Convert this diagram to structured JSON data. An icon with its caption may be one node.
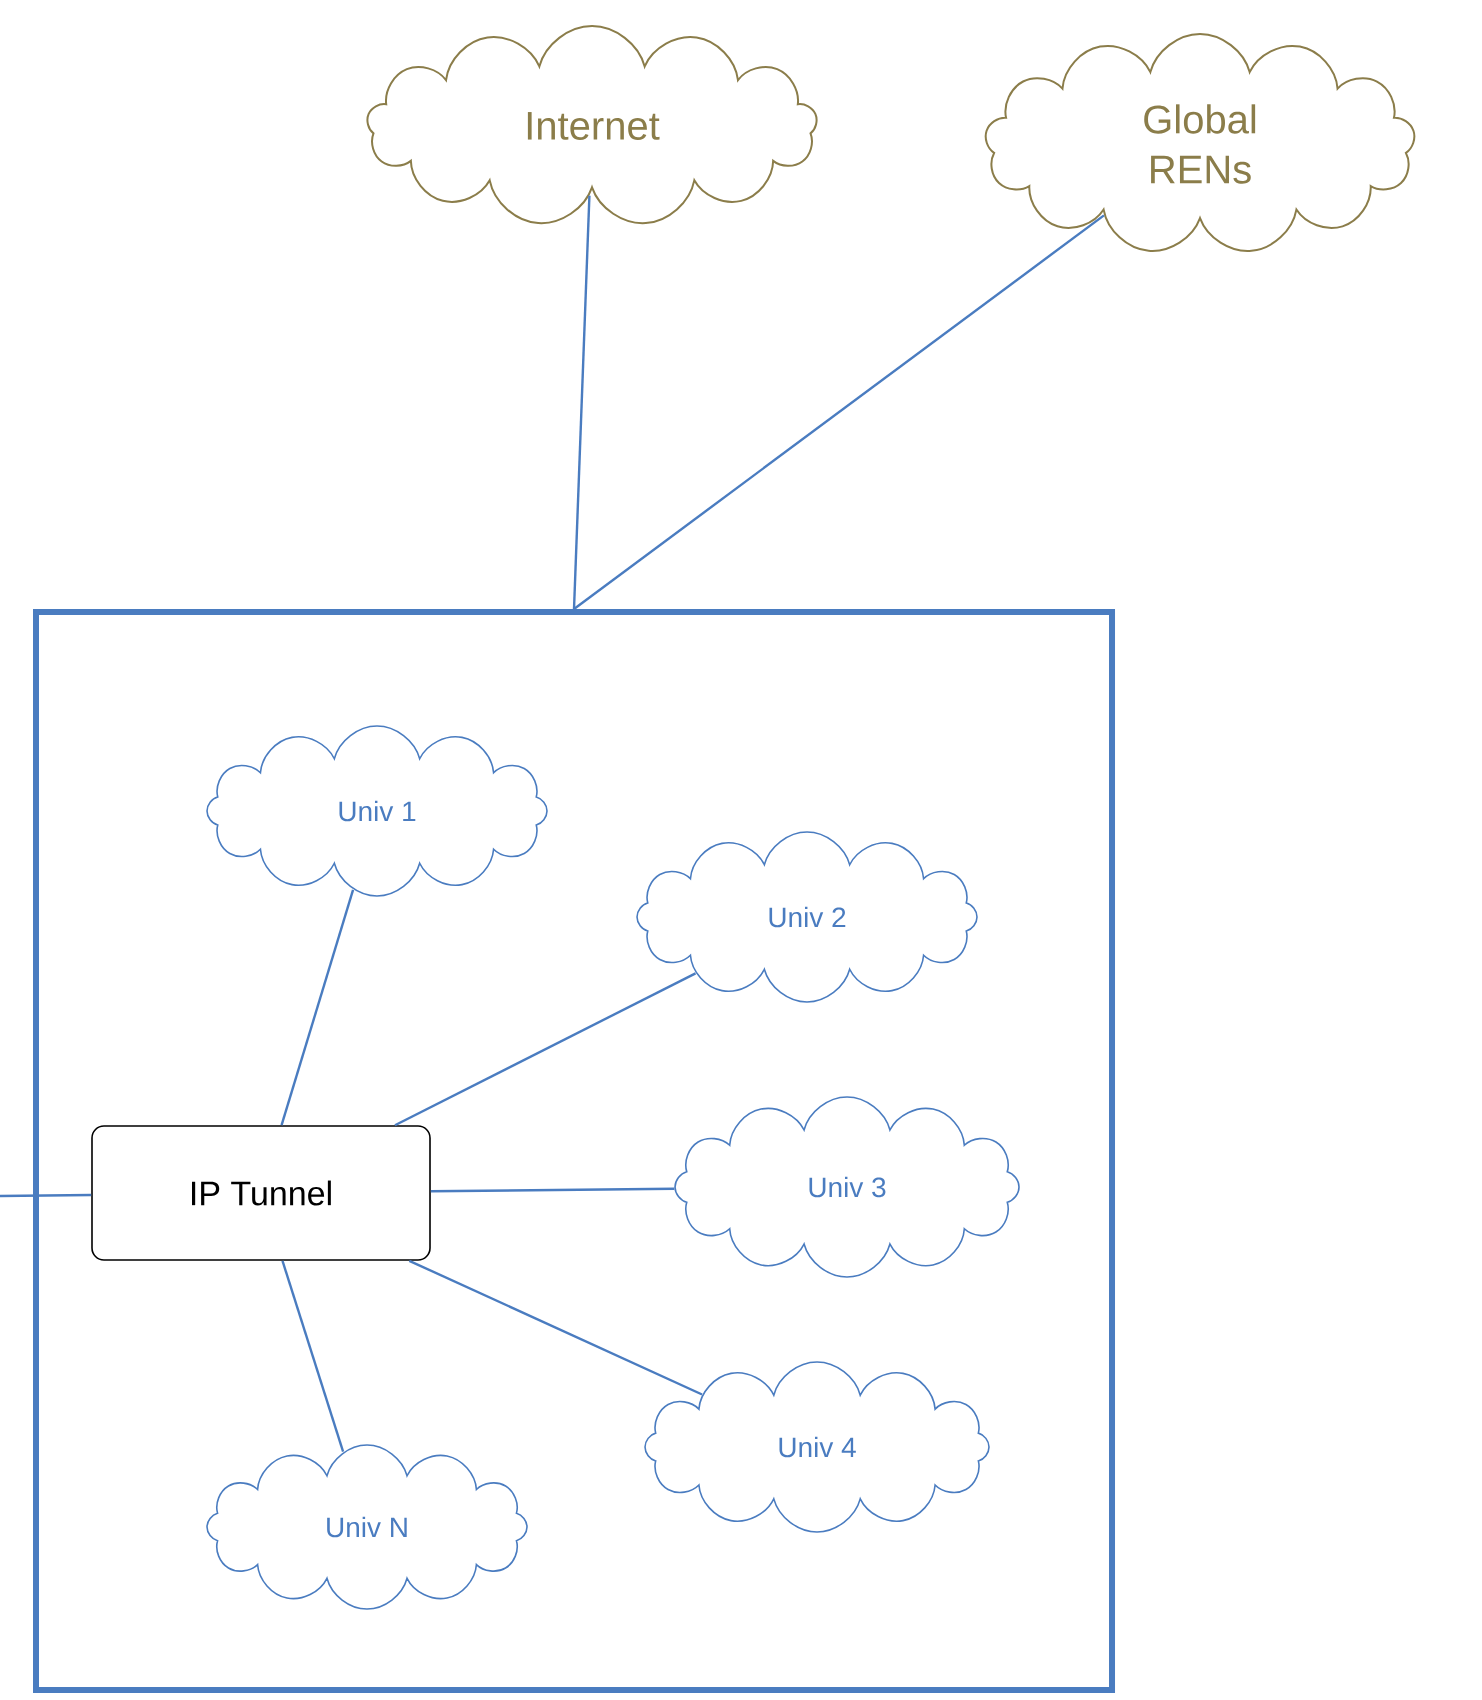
{
  "diagram": {
    "nodes": [
      {
        "text": [
          "Internet"
        ]
      },
      {
        "text": [
          "Global RENs"
        ]
      },
      {
        "text": [],
        "shape": "box"
      },
      {
        "text": [
          "IP Tunnel"
        ],
        "in": 2
      },
      {
        "text": [
          "Univ 1"
        ],
        "in": 2
      },
      {
        "text": [
          "Univ 2"
        ],
        "in": 2
      },
      {
        "text": [
          "Univ 3"
        ],
        "in": 2
      },
      {
        "text": [
          "Univ 4"
        ],
        "in": 2
      },
      {
        "text": [
          "Univ N"
        ],
        "in": 2
      }
    ],
    "edges": [
      {
        "from": 0,
        "to": 2,
        "arrow": "none"
      },
      {
        "from": 1,
        "to": 2,
        "arrow": "none"
      },
      {
        "from": 3,
        "to": 4,
        "arrow": "none"
      },
      {
        "from": 3,
        "to": 5,
        "arrow": "none"
      },
      {
        "from": 3,
        "to": 6,
        "arrow": "none"
      },
      {
        "from": 3,
        "to": 7,
        "arrow": "none"
      },
      {
        "from": 3,
        "to": 8,
        "arrow": "none"
      },
      {
        "from": null,
        "to": 3,
        "arrow": "none"
      }
    ]
  }
}
